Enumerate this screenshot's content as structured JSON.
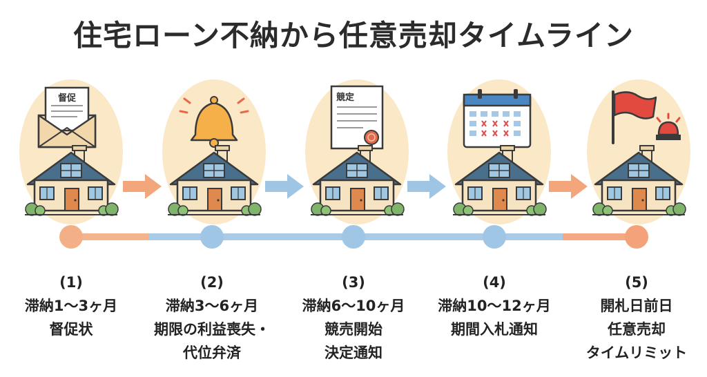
{
  "title": "住宅ローン不納から任意売却タイムライン",
  "colors": {
    "halo": "#fbe8c6",
    "accent_orange": "#f0a475",
    "accent_blue": "#a4c8e6",
    "timeline_blue": "#a9cbe7",
    "timeline_orange": "#f4a884",
    "roof": "#4a6f8c",
    "wall": "#f6e3c2"
  },
  "icons": {
    "step1": "envelope-letter-icon",
    "step2": "bell-icon",
    "step3": "document-seal-icon",
    "step4": "calendar-icon",
    "step5": "flag-siren-icon"
  },
  "steps": [
    {
      "number": "(1)",
      "period": "滞納1〜3ヶ月",
      "lines": [
        "督促状"
      ],
      "doc_text": "督促"
    },
    {
      "number": "(2)",
      "period": "滞納3〜6ヶ月",
      "lines": [
        "期限の利益喪失・",
        "代位弁済"
      ]
    },
    {
      "number": "(3)",
      "period": "滞納6〜10ヶ月",
      "lines": [
        "競売開始",
        "決定通知"
      ],
      "doc_text": "競定"
    },
    {
      "number": "(4)",
      "period": "滞納10〜12ヶ月",
      "lines": [
        "期間入札通知"
      ]
    },
    {
      "number": "(5)",
      "period": "開札日前日",
      "lines": [
        "任意売却",
        "タイムリミット"
      ]
    }
  ]
}
